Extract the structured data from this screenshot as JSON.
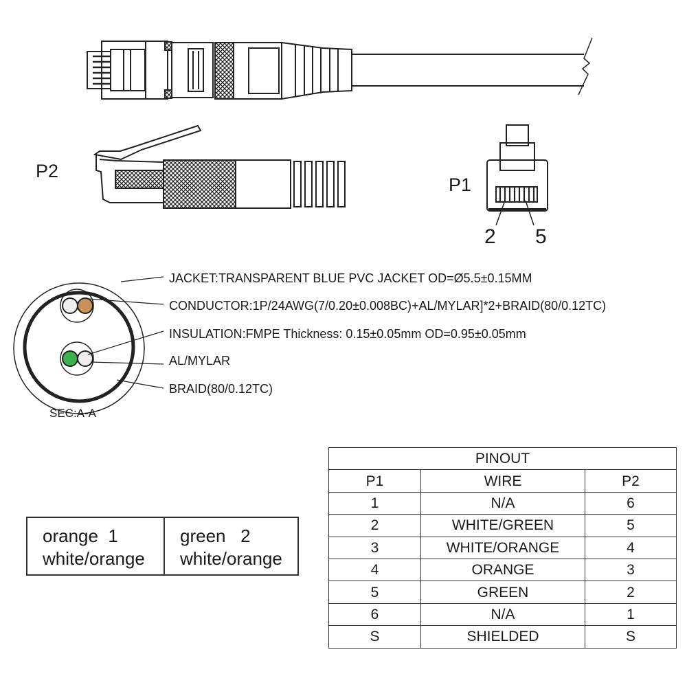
{
  "connectors": {
    "p2_label": "P2",
    "p1_label": "P1",
    "pin_left": "2",
    "pin_right": "5"
  },
  "cross_section": {
    "callouts": [
      "JACKET:TRANSPARENT BLUE PVC JACKET OD=Ø5.5±0.15MM",
      "CONDUCTOR:1P/24AWG(7/0.20±0.008BC)+AL/MYLAR]*2+BRAID(80/0.12TC)",
      "INSULATION:FMPE Thickness: 0.15±0.05mm OD=0.95±0.05mm",
      "AL/MYLAR",
      "BRAID(80/0.12TC)"
    ],
    "section_label": "SEC:A-A",
    "colors": {
      "orange": "#c8925a",
      "green": "#3bb34a"
    }
  },
  "color_legend": {
    "pair1": {
      "line1": "orange  1",
      "line2": "white/orange"
    },
    "pair2": {
      "line1": "green   2",
      "line2": "white/orange"
    }
  },
  "pinout": {
    "title": "PINOUT",
    "headers": [
      "P1",
      "WIRE",
      "P2"
    ],
    "rows": [
      [
        "1",
        "N/A",
        "6"
      ],
      [
        "2",
        "WHITE/GREEN",
        "5"
      ],
      [
        "3",
        "WHITE/ORANGE",
        "4"
      ],
      [
        "4",
        "ORANGE",
        "3"
      ],
      [
        "5",
        "GREEN",
        "2"
      ],
      [
        "6",
        "N/A",
        "1"
      ],
      [
        "S",
        "SHIELDED",
        "S"
      ]
    ]
  }
}
